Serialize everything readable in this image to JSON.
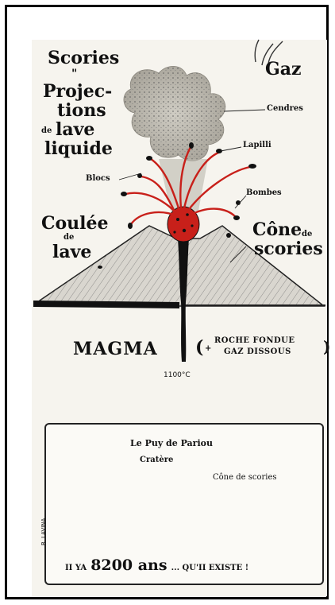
{
  "labels": {
    "scories_top": "Scories",
    "ditto": "\"",
    "projec": "Projec-",
    "tions": "tions",
    "de_lave": "de",
    "lave": "lave",
    "liquide": "liquide",
    "gaz": "Gaz",
    "cendres": "Cendres",
    "lapilli": "Lapilli",
    "blocs": "Blocs",
    "bombes": "Bombes",
    "coulee": "Coulée",
    "coulee_de": "de",
    "coulee_lave": "lave",
    "cone": "Cône",
    "cone_de": "de",
    "cone_scories": "scories",
    "magma": "MAGMA",
    "magma_paren_open": "(",
    "magma_plus": "+",
    "roche": "ROCHE FONDUE",
    "gaz_dissous": "GAZ DISSOUS",
    "magma_paren_close": ")",
    "temperature": "1100°C"
  },
  "inset": {
    "title": "Le Puy de Pariou",
    "cratere": "Cratère",
    "cone_scories": "Cône de scories",
    "caption_pre": "II YA",
    "caption_num": "8200 ans",
    "caption_post": "... QU'II EXISTE !",
    "signature": "R. LAVINA"
  },
  "colors": {
    "lava": "#c8201a",
    "ink": "#111111",
    "ash": "#bdbab2"
  }
}
